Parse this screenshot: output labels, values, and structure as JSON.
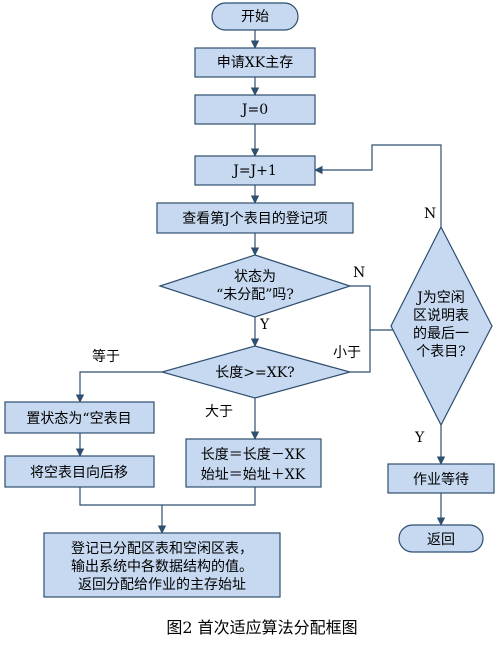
{
  "colors": {
    "box_fill": "#c6d9f0",
    "stroke": "#2f4f6f",
    "text": "#000000",
    "background": "#ffffff"
  },
  "flowchart": {
    "start": "开始",
    "apply_memory": "申请XK主存",
    "j_init": "J=0",
    "j_inc": "J=J+1",
    "check_entry": "查看第J个表目的登记项",
    "status_q": {
      "line1": "状态为",
      "line2": "“未分配”吗?"
    },
    "length_q": "长度>=XK?",
    "set_empty": "置状态为“空表目",
    "move_back": "将空表目向后移",
    "update_len": {
      "line1": "长度＝长度－XK",
      "line2": "始址＝始址＋XK"
    },
    "register": {
      "line1": "登记已分配区表和空闲区表，",
      "line2": "输出系统中各数据结构的值。",
      "line3": "返回分配给作业的主存始址"
    },
    "last_q": {
      "line1": "J为空闲",
      "line2": "区说明表",
      "line3": "的最后一",
      "line4": "个表目?"
    },
    "wait": "作业等待",
    "return": "返回",
    "labels": {
      "status_no": "N",
      "status_yes": "Y",
      "equal": "等于",
      "greater": "大于",
      "less": "小于",
      "last_no": "N",
      "last_yes": "Y"
    }
  },
  "caption": "图2 首次适应算法分配框图"
}
